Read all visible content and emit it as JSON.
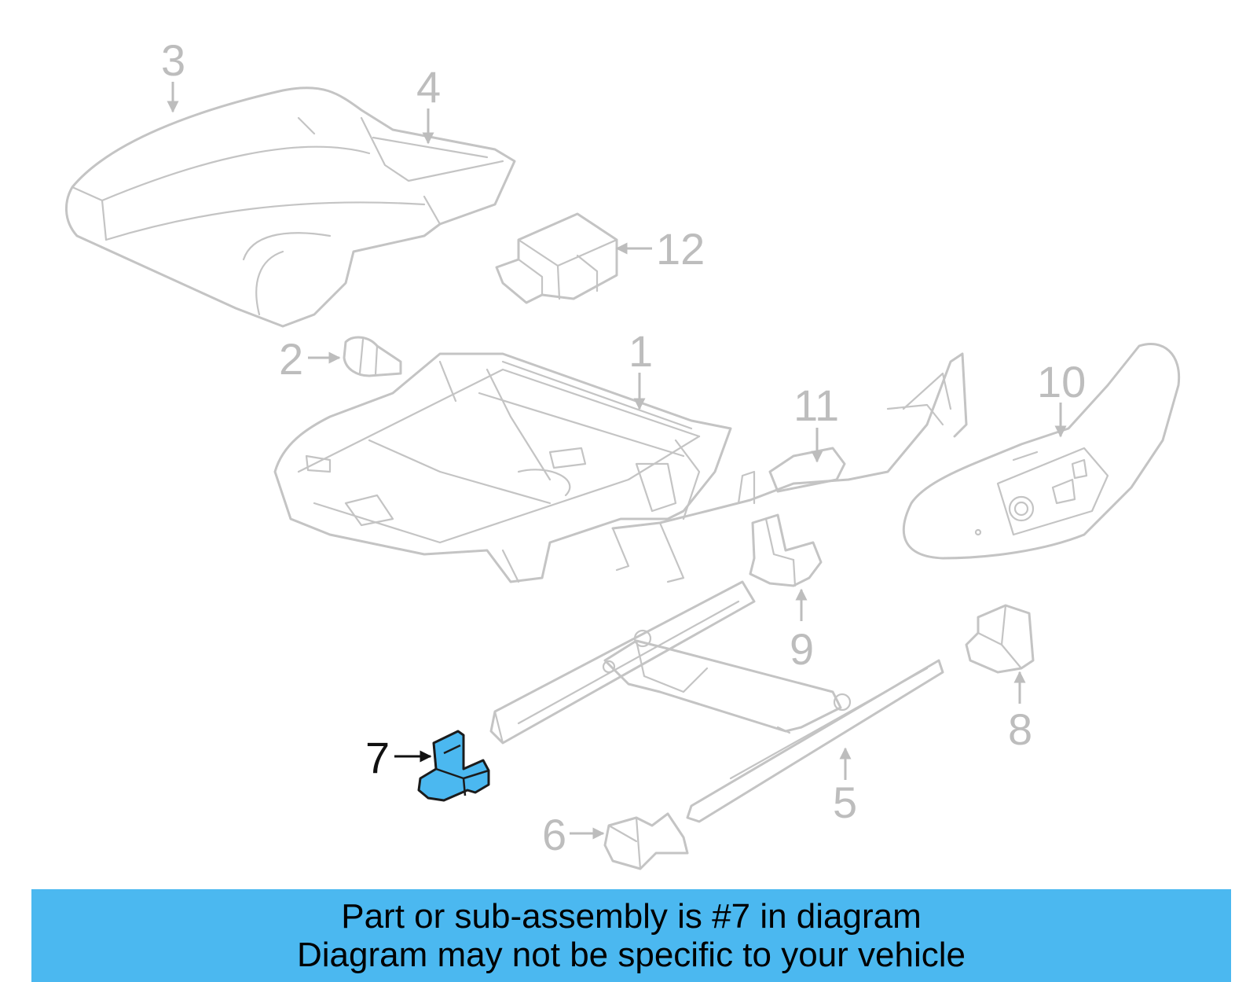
{
  "diagram": {
    "callouts": {
      "c1": "1",
      "c2": "2",
      "c3": "3",
      "c4": "4",
      "c5": "5",
      "c6": "6",
      "c7": "7",
      "c8": "8",
      "c9": "9",
      "c10": "10",
      "c11": "11",
      "c12": "12"
    },
    "highlighted_part": "7",
    "colors": {
      "highlight": "#4bb8f0",
      "outline": "#c4c4c4",
      "active_text": "#111111"
    }
  },
  "banner": {
    "line1": "Part or sub-assembly is #7 in diagram",
    "line2": "Diagram may not be specific to your vehicle"
  }
}
